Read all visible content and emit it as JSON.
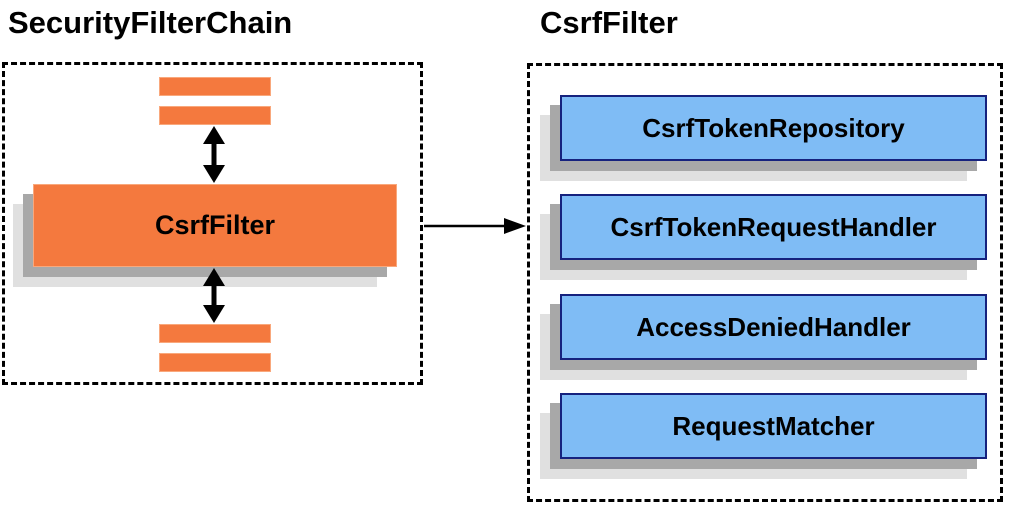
{
  "diagram": {
    "left_panel": {
      "title": "SecurityFilterChain",
      "filter_box_label": "CsrfFilter"
    },
    "right_panel": {
      "title": "CsrfFilter",
      "components": [
        {
          "label": "CsrfTokenRepository"
        },
        {
          "label": "CsrfTokenRequestHandler"
        },
        {
          "label": "AccessDeniedHandler"
        },
        {
          "label": "RequestMatcher"
        }
      ]
    },
    "colors": {
      "filter_orange": "#F4793E",
      "component_blue_fill": "#7FBCF5",
      "component_blue_border": "#16227E",
      "shadow_dark": "#A8A8A8",
      "shadow_light": "#E0E0E0",
      "arrow_black": "#000000",
      "panel_border": "#000000"
    }
  }
}
